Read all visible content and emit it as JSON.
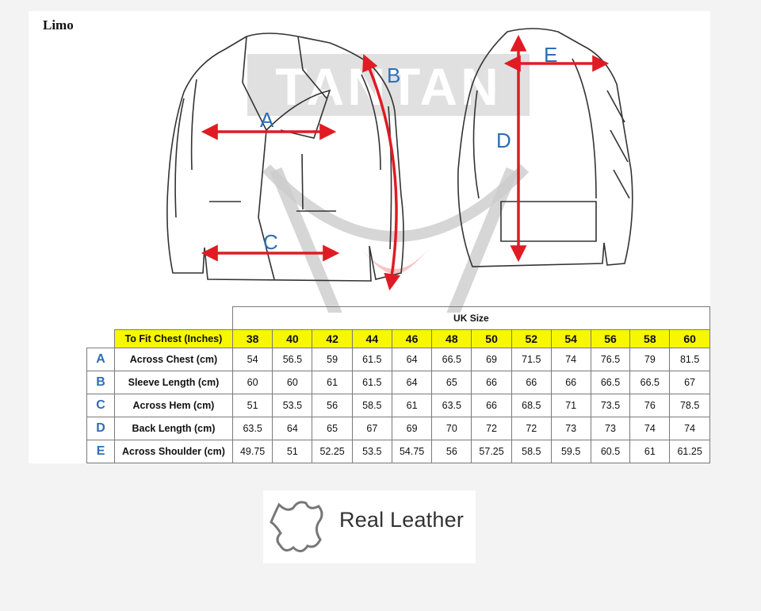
{
  "page": {
    "title": "Limo",
    "watermark": "TANTAN"
  },
  "diagram": {
    "labels": [
      "A",
      "B",
      "C",
      "D",
      "E"
    ]
  },
  "table": {
    "group_header": "UK Size",
    "header_label": "To Fit Chest (Inches)",
    "sizes": [
      "38",
      "40",
      "42",
      "44",
      "46",
      "48",
      "50",
      "52",
      "54",
      "56",
      "58",
      "60"
    ],
    "rows": [
      {
        "letter": "A",
        "label": "Across Chest (cm)",
        "values": [
          "54",
          "56.5",
          "59",
          "61.5",
          "64",
          "66.5",
          "69",
          "71.5",
          "74",
          "76.5",
          "79",
          "81.5"
        ]
      },
      {
        "letter": "B",
        "label": "Sleeve Length (cm)",
        "values": [
          "60",
          "60",
          "61",
          "61.5",
          "64",
          "65",
          "66",
          "66",
          "66",
          "66.5",
          "66.5",
          "67"
        ]
      },
      {
        "letter": "C",
        "label": "Across Hem (cm)",
        "values": [
          "51",
          "53.5",
          "56",
          "58.5",
          "61",
          "63.5",
          "66",
          "68.5",
          "71",
          "73.5",
          "76",
          "78.5"
        ]
      },
      {
        "letter": "D",
        "label": "Back Length (cm)",
        "values": [
          "63.5",
          "64",
          "65",
          "67",
          "69",
          "70",
          "72",
          "72",
          "73",
          "73",
          "74",
          "74"
        ]
      },
      {
        "letter": "E",
        "label": "Across Shoulder (cm)",
        "values": [
          "49.75",
          "51",
          "52.25",
          "53.5",
          "54.75",
          "56",
          "57.25",
          "58.5",
          "59.5",
          "60.5",
          "61",
          "61.25"
        ]
      }
    ]
  },
  "badge": {
    "text": "Real Leather",
    "icon": "leather-hide-icon"
  }
}
